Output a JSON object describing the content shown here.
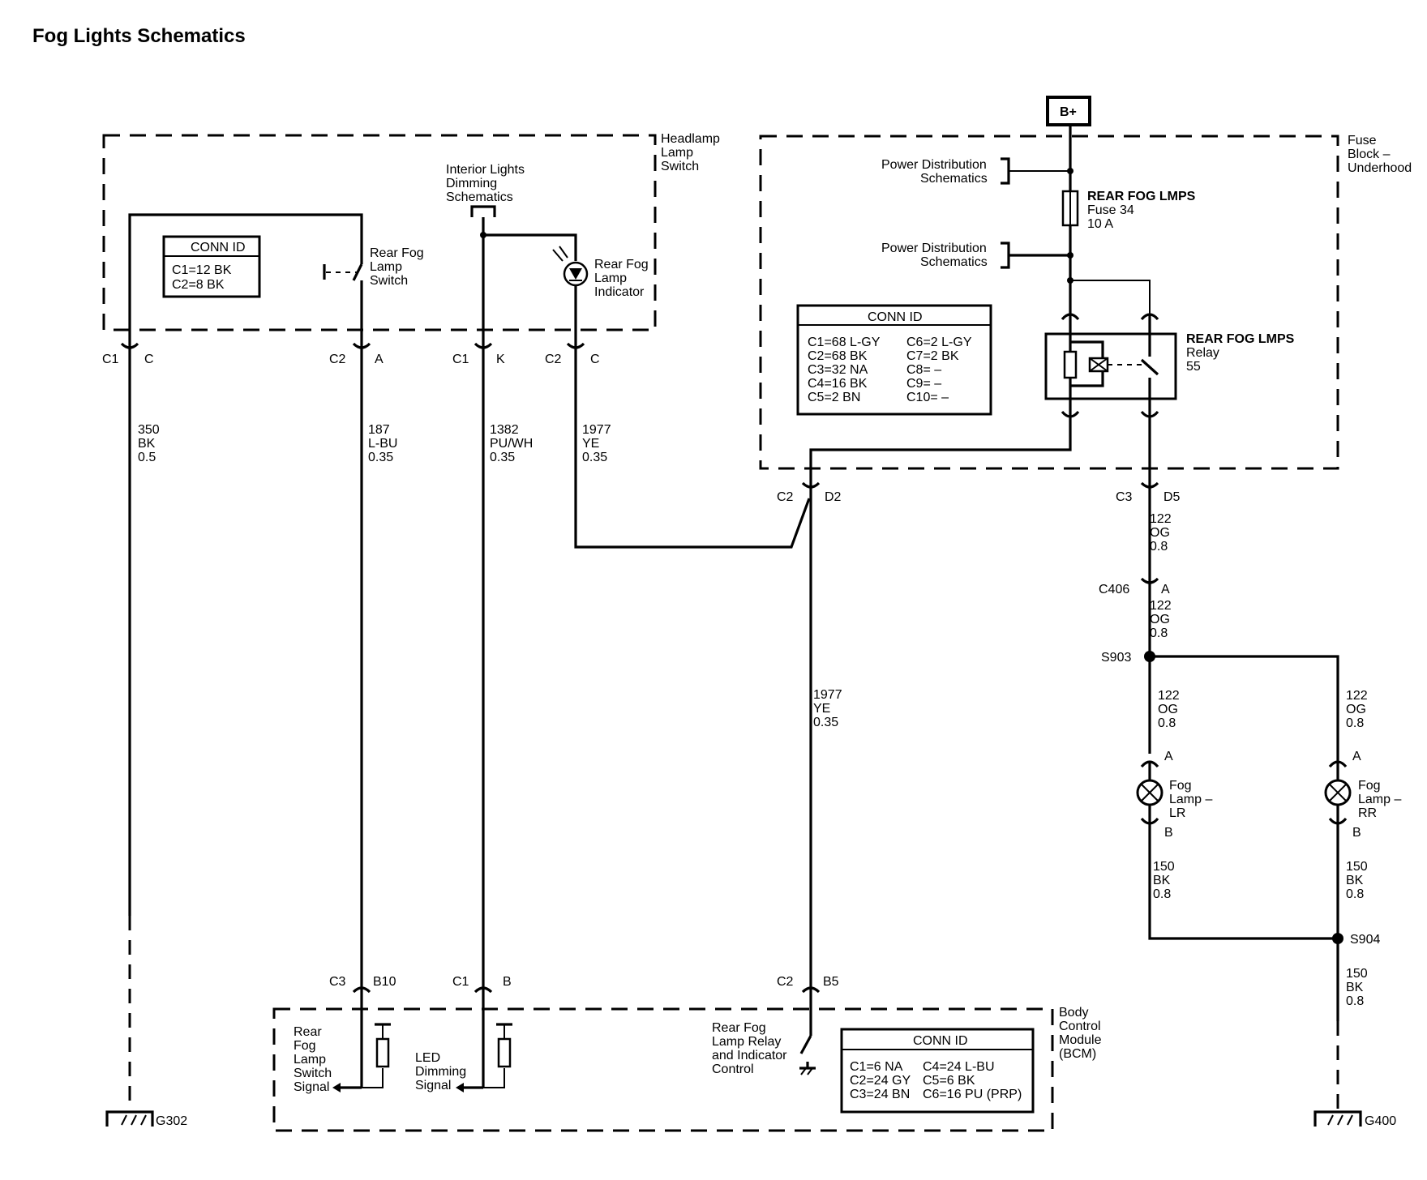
{
  "title": "Fog Lights Schematics",
  "power_source": "B+",
  "headlamp_switch": {
    "name_lines": [
      "Headlamp",
      "Lamp",
      "Switch"
    ],
    "conn_id_title": "CONN ID",
    "conn_id_lines": [
      "C1=12 BK",
      "C2=8 BK"
    ],
    "rear_fog_switch": [
      "Rear Fog",
      "Lamp",
      "Switch"
    ],
    "interior_lights": [
      "Interior Lights",
      "Dimming",
      "Schematics"
    ],
    "indicator": [
      "Rear Fog",
      "Lamp",
      "Indicator"
    ]
  },
  "top_connectors": [
    {
      "conn": "C1",
      "pin": "C"
    },
    {
      "conn": "C2",
      "pin": "A"
    },
    {
      "conn": "C1",
      "pin": "K"
    },
    {
      "conn": "C2",
      "pin": "C"
    }
  ],
  "wires_left": [
    [
      "350",
      "BK",
      "0.5"
    ],
    [
      "187",
      "L-BU",
      "0.35"
    ],
    [
      "1382",
      "PU/WH",
      "0.35"
    ],
    [
      "1977",
      "YE",
      "0.35"
    ]
  ],
  "fuse_block": {
    "name_lines": [
      "Fuse",
      "Block –",
      "Underhood"
    ],
    "power_dist_1": [
      "Power Distribution",
      "Schematics"
    ],
    "power_dist_2": [
      "Power Distribution",
      "Schematics"
    ],
    "fuse_lines": [
      "REAR FOG LMPS",
      "Fuse 34",
      "10 A"
    ],
    "relay_lines": [
      "REAR FOG LMPS",
      "Relay",
      "55"
    ],
    "conn_id_title": "CONN ID",
    "conn_id_left": [
      "C1=68 L-GY",
      "C2=68 BK",
      "C3=32 NA",
      "C4=16 BK",
      "C5=2 BN"
    ],
    "conn_id_right": [
      "C6=2 L-GY",
      "C7=2 BK",
      "C8= –",
      "C9= –",
      "C10= –"
    ]
  },
  "fuse_block_connectors": [
    {
      "conn": "C2",
      "pin": "D2"
    },
    {
      "conn": "C3",
      "pin": "D5"
    }
  ],
  "wire_d2": [
    "1977",
    "YE",
    "0.35"
  ],
  "wire_d5": [
    "122",
    "OG",
    "0.8"
  ],
  "c406": {
    "label": "C406",
    "pin": "A"
  },
  "wire_c406": [
    "122",
    "OG",
    "0.8"
  ],
  "splice_s903": "S903",
  "wire_lr_top": [
    "122",
    "OG",
    "0.8"
  ],
  "wire_rr_top": [
    "122",
    "OG",
    "0.8"
  ],
  "fog_lamp_lr": {
    "pin_a": "A",
    "pin_b": "B",
    "lines": [
      "Fog",
      "Lamp –",
      "LR"
    ]
  },
  "fog_lamp_rr": {
    "pin_a": "A",
    "pin_b": "B",
    "lines": [
      "Fog",
      "Lamp –",
      "RR"
    ]
  },
  "wire_lr_bottom": [
    "150",
    "BK",
    "0.8"
  ],
  "wire_rr_bottom": [
    "150",
    "BK",
    "0.8"
  ],
  "splice_s904": "S904",
  "wire_s904": [
    "150",
    "BK",
    "0.8"
  ],
  "ground_left": "G302",
  "ground_right": "G400",
  "bcm_connectors": [
    {
      "conn": "C3",
      "pin": "B10"
    },
    {
      "conn": "C1",
      "pin": "B"
    },
    {
      "conn": "C2",
      "pin": "B5"
    }
  ],
  "bcm": {
    "name_lines": [
      "Body",
      "Control",
      "Module",
      "(BCM)"
    ],
    "rear_fog_signal": [
      "Rear",
      "Fog",
      "Lamp",
      "Switch",
      "Signal"
    ],
    "led_signal": [
      "LED",
      "Dimming",
      "Signal"
    ],
    "relay_control": [
      "Rear Fog",
      "Lamp Relay",
      "and Indicator",
      "Control"
    ],
    "conn_id_title": "CONN ID",
    "conn_id_left": [
      "C1=6 NA",
      "C2=24 GY",
      "C3=24 BN"
    ],
    "conn_id_right": [
      "C4=24 L-BU",
      "C5=6 BK",
      "C6=16 PU (PRP)"
    ]
  }
}
